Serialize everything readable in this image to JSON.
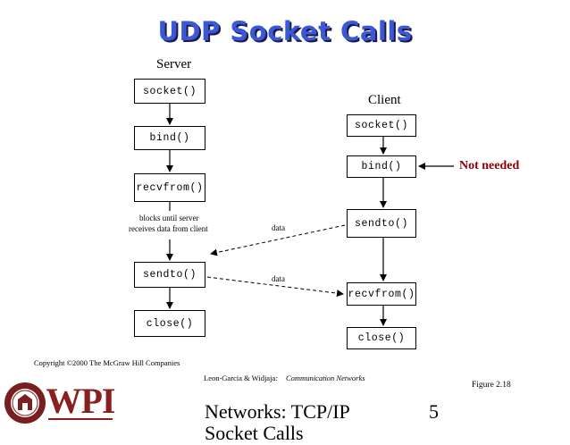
{
  "slide": {
    "title": "UDP Socket Calls",
    "server_label": "Server",
    "client_label": "Client",
    "server_boxes": [
      "socket()",
      "bind()",
      "recvfrom()",
      "sendto()",
      "close()"
    ],
    "client_boxes": [
      "socket()",
      "bind()",
      "sendto()",
      "recvfrom()",
      "close()"
    ],
    "blocks_note_line1": "blocks until server",
    "blocks_note_line2": "receives data from client",
    "data_label_1": "data",
    "data_label_2": "data",
    "not_needed": "Not needed",
    "not_needed_color": "#8b0000",
    "title_color": "#3b58d6"
  },
  "footer": {
    "copyright": "Copyright ©2000 The McGraw Hill Companies",
    "citation_authors": "Leon-Garcia & Widjaja:",
    "citation_title": "Communication Networks",
    "figure": "Figure 2.18",
    "logo_text": "WPI",
    "course_title": "Networks: TCP/IP",
    "page_number": "5",
    "course_title_line2": "Socket Calls"
  }
}
